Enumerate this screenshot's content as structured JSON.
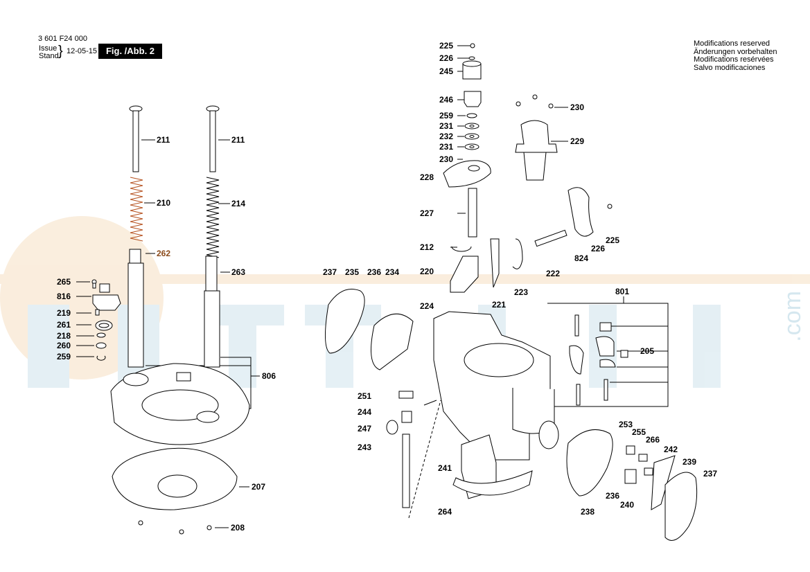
{
  "header": {
    "part_number": "3 601 F24 000",
    "issue_label": "Issue",
    "stand_label": "Stand",
    "date": "12-05-15",
    "figure": "Fig. /Abb. 2"
  },
  "notes": [
    "Modifications reserved",
    "Änderungen vorbehalten",
    "Modifications resérvées",
    "Salvo modificaciones"
  ],
  "watermark": ".com",
  "colors": {
    "ink": "#000000",
    "watermark": "#d5e7ef",
    "watermark_orange": "#f5dcb8",
    "spring_highlight": "#b5501e"
  },
  "labels": {
    "l225a": "225",
    "l226a": "226",
    "l245": "245",
    "l246": "246",
    "l259a": "259",
    "l231a": "231",
    "l232": "232",
    "l231b": "231",
    "l230a": "230",
    "l228": "228",
    "l227": "227",
    "l212": "212",
    "l220": "220",
    "l224": "224",
    "l221": "221",
    "l223": "223",
    "l222": "222",
    "l230b": "230",
    "l229": "229",
    "l824": "824",
    "l226b": "226",
    "l225b": "225",
    "l211a": "211",
    "l211b": "211",
    "l210": "210",
    "l214": "214",
    "l262": "262",
    "l263": "263",
    "l265": "265",
    "l816": "816",
    "l219": "219",
    "l261": "261",
    "l218": "218",
    "l260": "260",
    "l259b": "259",
    "l806": "806",
    "l207": "207",
    "l208": "208",
    "l237a": "237",
    "l235": "235",
    "l236a": "236",
    "l234": "234",
    "l251": "251",
    "l244": "244",
    "l247": "247",
    "l243": "243",
    "l241": "241",
    "l264": "264",
    "l801": "801",
    "l205": "205",
    "l253": "253",
    "l255": "255",
    "l266": "266",
    "l242": "242",
    "l239": "239",
    "l237b": "237",
    "l236b": "236",
    "l240": "240",
    "l238": "238"
  }
}
